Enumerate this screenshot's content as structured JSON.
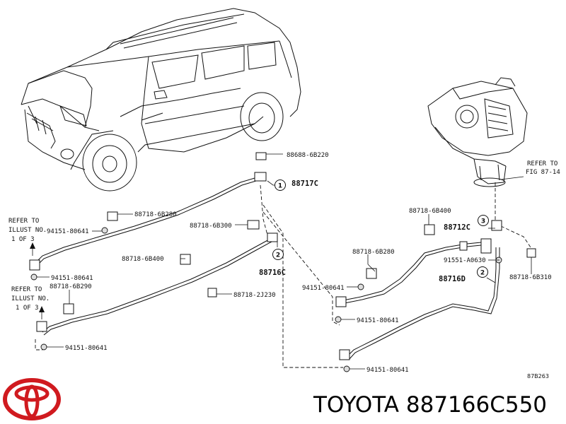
{
  "labels": {
    "p_88688_6B220": "88688-6B220",
    "p_88717C": "88717C",
    "p_88718_6B280_a": "88718-6B280",
    "p_94151_80641_a": "94151-80641",
    "p_88718_6B300": "88718-6B300",
    "p_88718_6B400_a": "88718-6B400",
    "p_88716C": "88716C",
    "p_94151_80641_b": "94151-80641",
    "p_88718_6B290": "88718-6B290",
    "p_88718_2J230": "88718-2J230",
    "p_94151_80641_c": "94151-80641",
    "p_88718_6B400_b": "88718-6B400",
    "p_88712C": "88712C",
    "p_88718_6B280_b": "88718-6B280",
    "p_91551_A0630": "91551-A0630",
    "p_88716D": "88716D",
    "p_88718_6B310": "88718-6B310",
    "p_94151_80641_d": "94151-80641",
    "p_94151_80641_e": "94151-80641",
    "p_94151_80641_f": "94151-80641"
  },
  "notes": {
    "refer_fig_1": "REFER TO",
    "refer_fig_2": "FIG 87-14",
    "refer_illust_a_1": "REFER TO",
    "refer_illust_a_2": "ILLUST NO.",
    "refer_illust_a_3": "1 OF 3",
    "refer_illust_b_1": "REFER TO",
    "refer_illust_b_2": "ILLUST NO.",
    "refer_illust_b_3": "1 OF 3"
  },
  "bubbles": {
    "b1": "1",
    "b2": "2",
    "b3": "3",
    "b4": "2"
  },
  "figure_code": "87B263",
  "footer_text": "TOYOTA 887166C550",
  "colors": {
    "logo_red": "#d01a1f",
    "ink": "#111111"
  }
}
